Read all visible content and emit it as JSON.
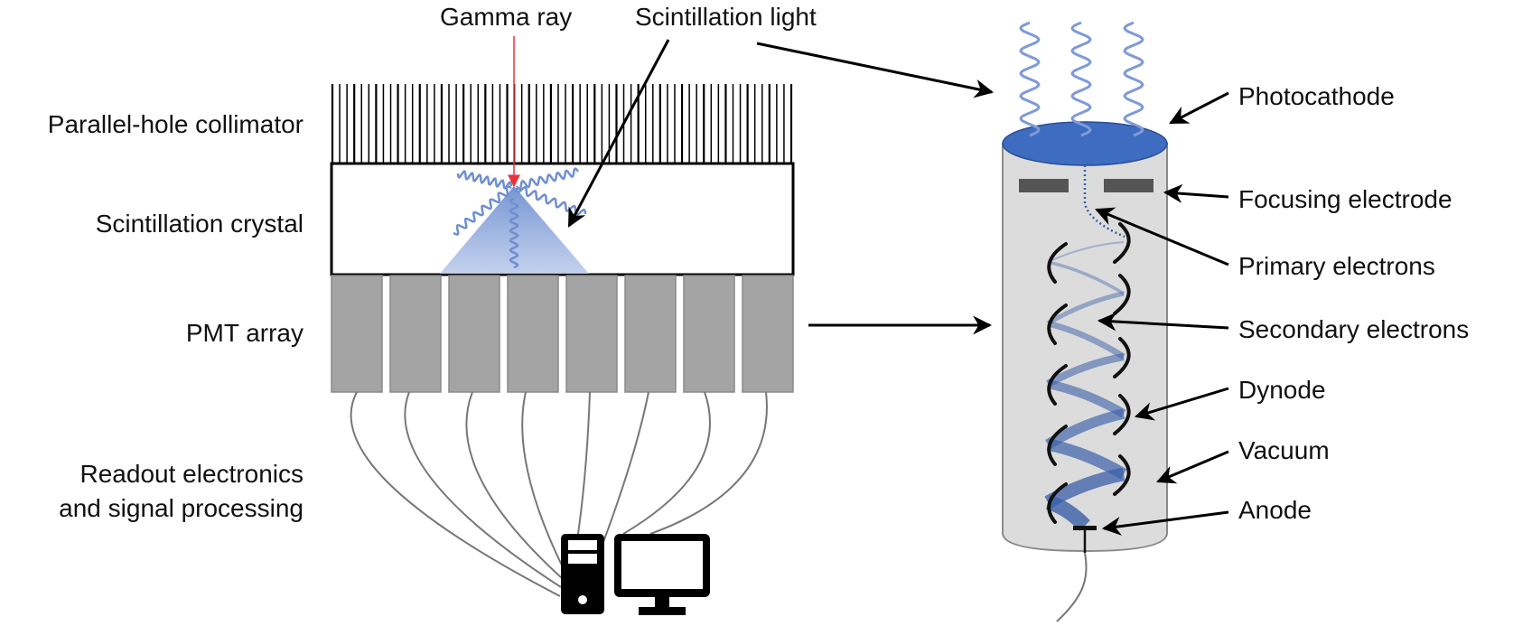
{
  "title": "Gamma camera and photomultiplier tube schematic",
  "left_labels": {
    "collimator": "Parallel-hole collimator",
    "crystal": "Scintillation crystal",
    "pmt_array": "PMT array",
    "readout_line1": "Readout electronics",
    "readout_line2": "and signal processing"
  },
  "top_labels": {
    "gamma_ray": "Gamma ray",
    "scintillation_light": "Scintillation light"
  },
  "pmt_labels": {
    "photocathode": "Photocathode",
    "focusing_electrode": "Focusing electrode",
    "primary_electrons": "Primary electrons",
    "secondary_electrons": "Secondary electrons",
    "dynode": "Dynode",
    "vacuum": "Vacuum",
    "anode": "Anode"
  },
  "components": {
    "pmt_count": 8,
    "dynode_count": 10,
    "collimator_septa_count": 64,
    "icons": [
      "computer-tower-icon",
      "monitor-icon"
    ]
  },
  "colors": {
    "gamma_ray": "#e8323c",
    "scintillation": "#6f8fd0",
    "photocathode": "#3e6cc0",
    "pmt_fill": "#a4a4a4",
    "tube_fill": "#dcdcdc",
    "electron_trail": "#3a5fa8",
    "focusing_electrode": "#555555"
  }
}
